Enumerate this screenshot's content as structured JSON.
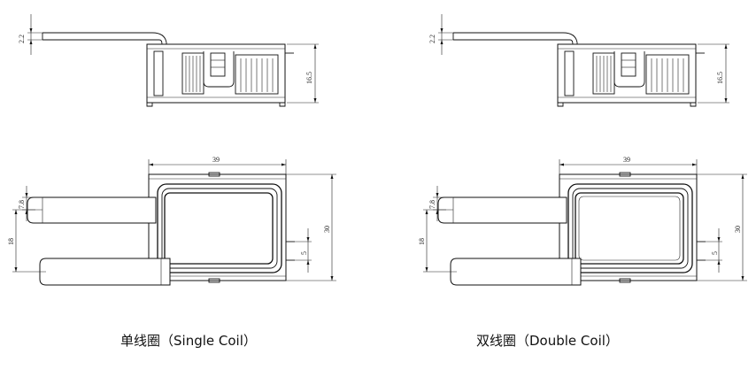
{
  "colors": {
    "line": "#111111",
    "background": "#ffffff"
  },
  "captions": {
    "single": "单线圈（Single Coil）",
    "double": "双线圈（Double Coil）"
  },
  "dimensions": {
    "tab_thickness": "2.2",
    "height": "16.5",
    "length": "39",
    "width": "30",
    "tab_width": "7.8",
    "tab_pitch": "18",
    "pin_pitch": "5"
  }
}
